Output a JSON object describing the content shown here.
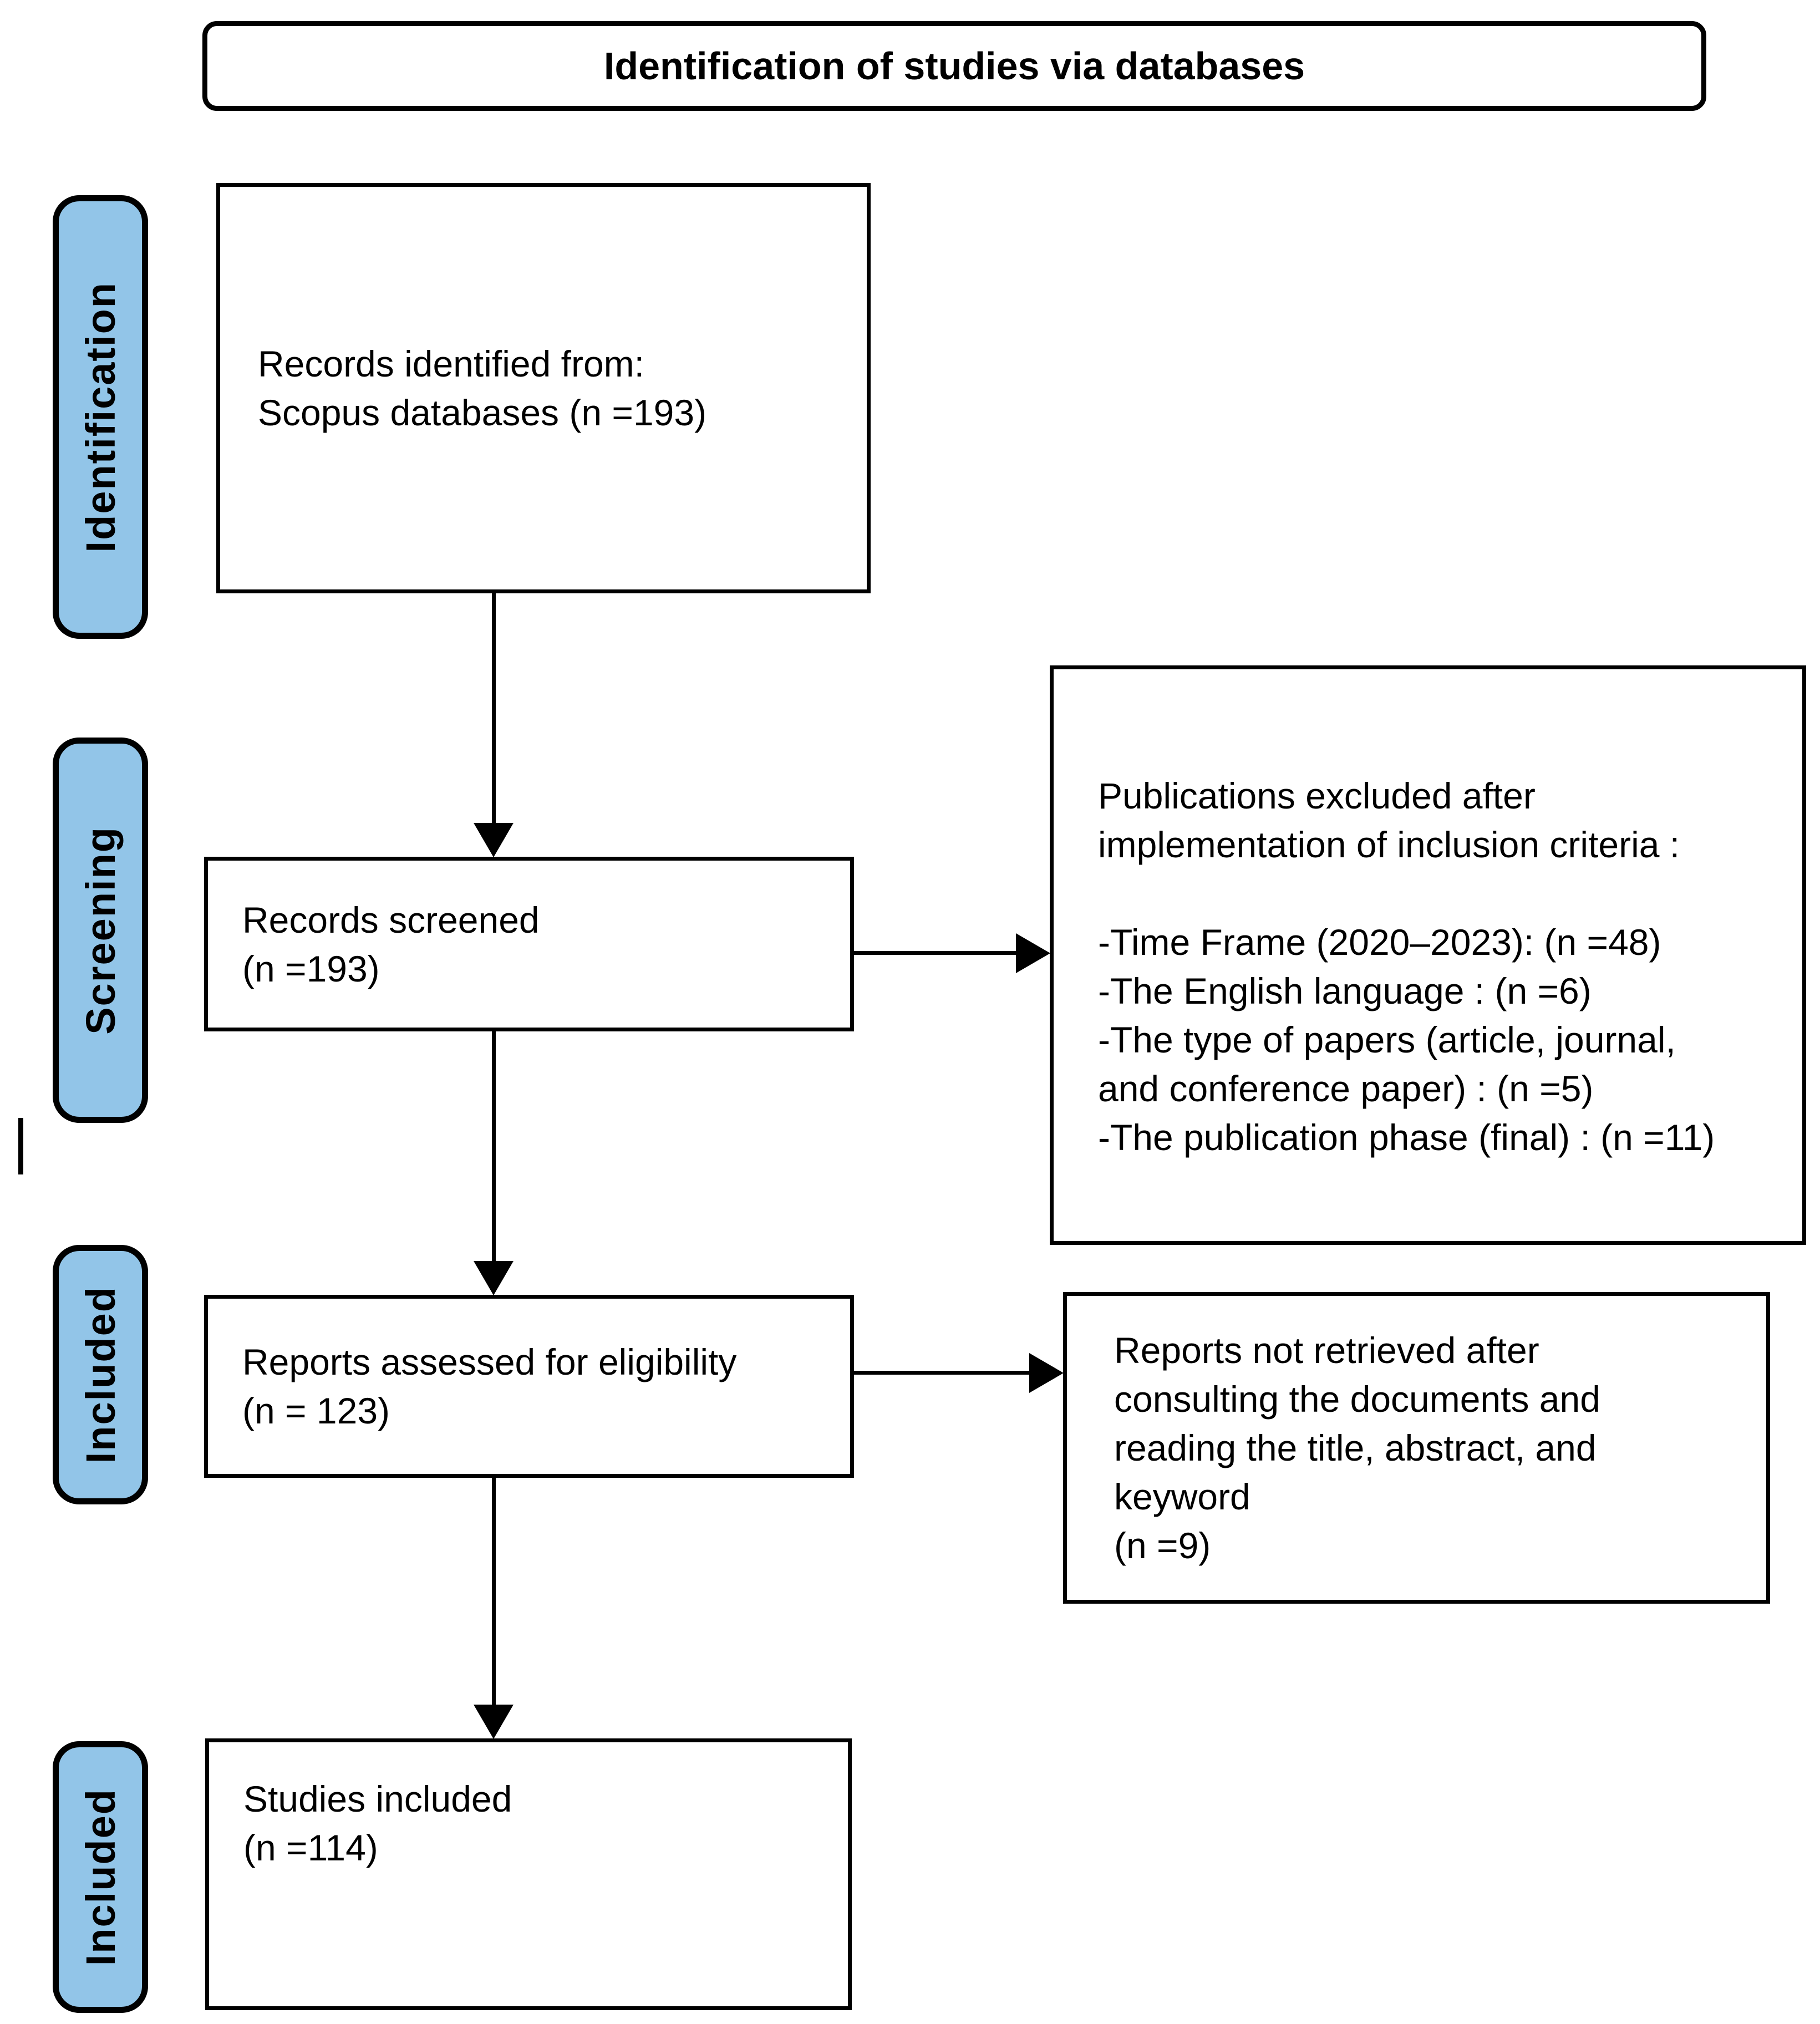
{
  "title": "Identification of studies via databases",
  "colors": {
    "label_background": "#92c5e8",
    "line_color": "#000000",
    "page_background": "#ffffff"
  },
  "side_labels": [
    {
      "id": "identification",
      "label": "Identification"
    },
    {
      "id": "screening",
      "label": "Screening"
    },
    {
      "id": "included-1",
      "label": "Included"
    },
    {
      "id": "included-2",
      "label": "Included"
    }
  ],
  "boxes": {
    "records_identified": {
      "lines": [
        "Records identified from:",
        "Scopus databases (n =193)"
      ]
    },
    "records_screened": {
      "lines": [
        "Records screened",
        "(n =193)"
      ]
    },
    "reports_assessed": {
      "lines": [
        "Reports assessed for eligibility",
        "(n = 123)"
      ]
    },
    "studies_included": {
      "lines": [
        "Studies included",
        "(n =114)"
      ]
    },
    "publications_excluded": {
      "heading_lines": [
        "Publications excluded after",
        "implementation of inclusion criteria :"
      ],
      "item_lines": [
        "-Time Frame (2020–2023): (n =48)",
        "-The English language : (n =6)",
        "-The type of papers (article, journal,",
        "and conference paper) : (n =5)",
        "-The publication phase (final) : (n =11)"
      ]
    },
    "reports_not_retrieved": {
      "lines": [
        "Reports not retrieved after",
        "consulting the documents and",
        "reading the title, abstract, and",
        "keyword",
        "(n =9)"
      ]
    }
  }
}
